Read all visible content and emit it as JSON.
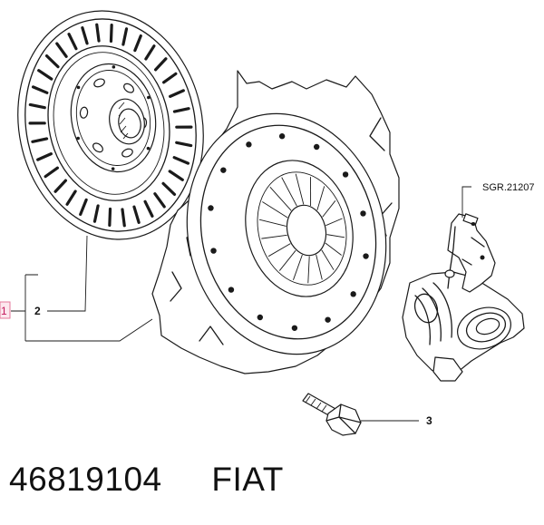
{
  "callouts": {
    "item_1": "1",
    "item_2": "2",
    "item_3": "3"
  },
  "reference_code": "SGR.21207",
  "footer": {
    "part_number": "46819104",
    "brand": "FIAT"
  },
  "highlight_color": "#e4789b"
}
